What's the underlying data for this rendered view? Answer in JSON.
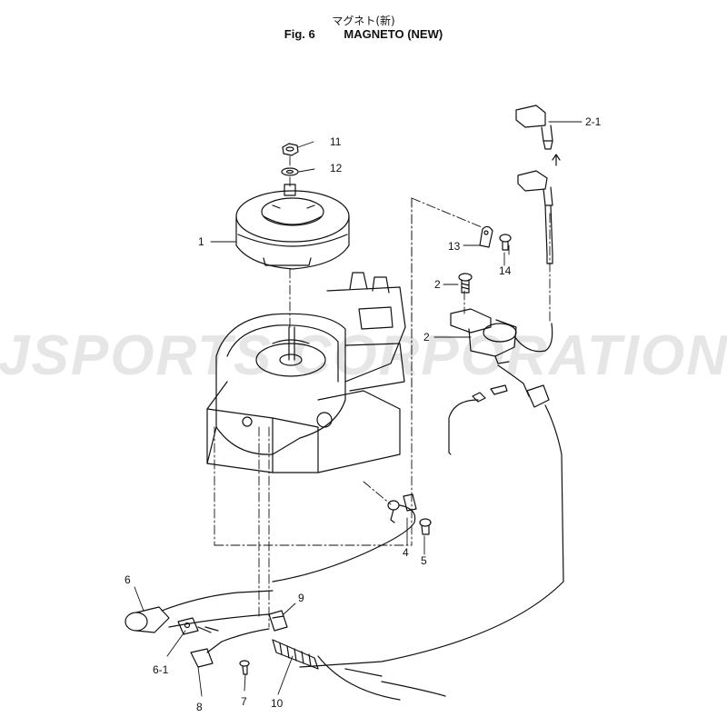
{
  "header": {
    "title_jp": "マグネト(新)",
    "fig_number": "Fig. 6",
    "fig_title": "MAGNETO (NEW)"
  },
  "watermark": "JSPORTS CORPORATION",
  "callouts": {
    "c1": "1",
    "c2a": "2",
    "c2b": "2",
    "c21": "2-1",
    "c4": "4",
    "c5": "5",
    "c6": "6",
    "c61": "6-1",
    "c7": "7",
    "c8": "8",
    "c9": "9",
    "c10": "10",
    "c11": "11",
    "c12": "12",
    "c13": "13",
    "c14": "14"
  }
}
